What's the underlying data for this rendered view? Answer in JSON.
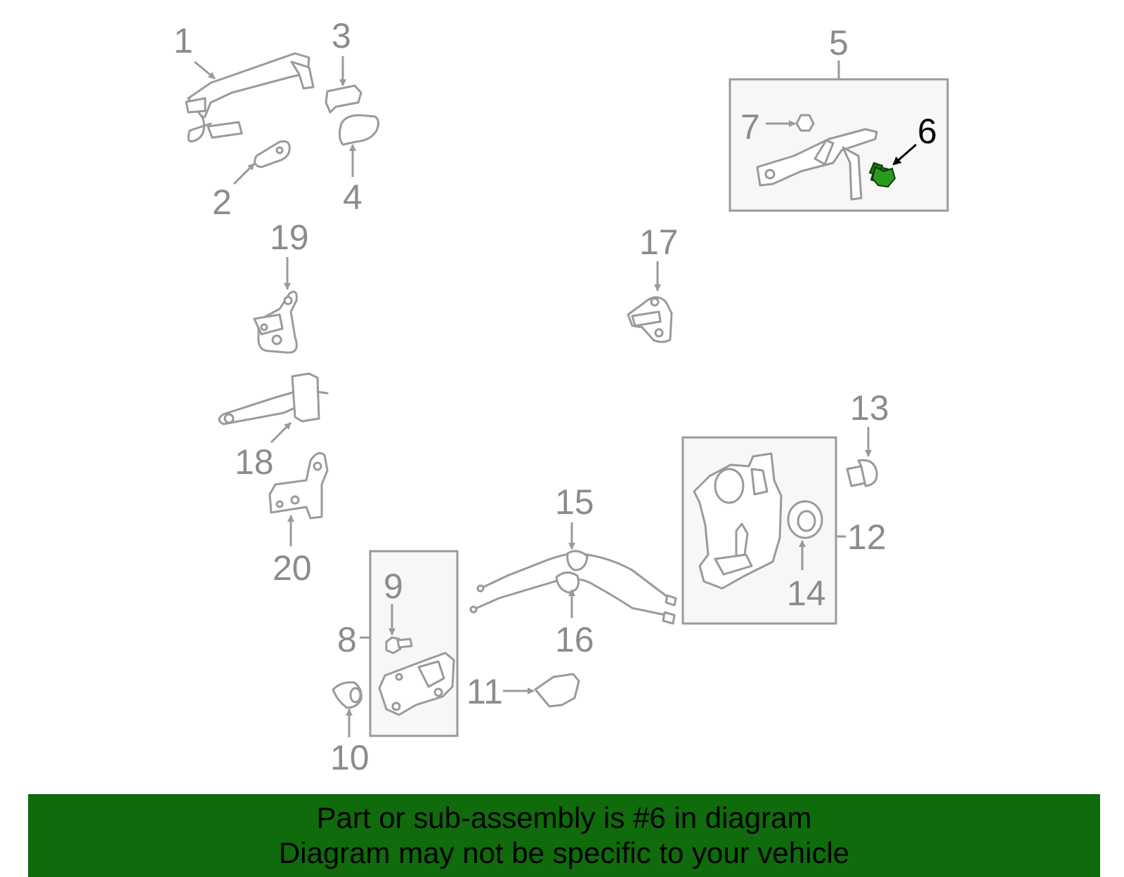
{
  "diagram": {
    "highlight_color": "#1a7a12",
    "callouts": {
      "c1": "1",
      "c2": "2",
      "c3": "3",
      "c4": "4",
      "c5": "5",
      "c6": "6",
      "c7": "7",
      "c8": "8",
      "c9": "9",
      "c10": "10",
      "c11": "11",
      "c12": "12",
      "c13": "13",
      "c14": "14",
      "c15": "15",
      "c16": "16",
      "c17": "17",
      "c18": "18",
      "c19": "19",
      "c20": "20"
    }
  },
  "banner": {
    "line1": "Part or sub-assembly is #6 in diagram",
    "line2": "Diagram may not be specific to your vehicle",
    "background": "#0f6b0b"
  }
}
